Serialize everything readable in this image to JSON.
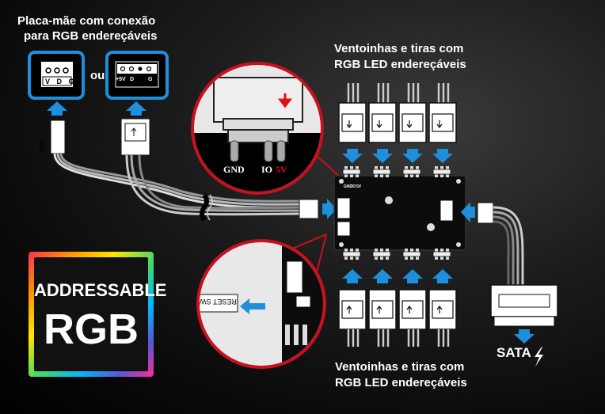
{
  "motherboard_label": [
    "Placa-mãe com conexão",
    "para RGB endereçáveis"
  ],
  "or_label": "ou",
  "header_3pin_pins": "V D G",
  "header_4pin_pins": [
    "+5V",
    "D",
    "G"
  ],
  "cable_label": "VDG",
  "zoom_top_pins": [
    "GND",
    "IO",
    "5V"
  ],
  "hub_pin_labels": [
    "GND",
    "IO",
    "5V"
  ],
  "reset_label": "RESET SW",
  "top_devices_label": [
    "Ventoinhas e tiras com",
    "RGB LED endereçáveis"
  ],
  "bottom_devices_label": [
    "Ventoinhas e tiras com",
    "RGB LED endereçáveis"
  ],
  "sata_label": "SATA",
  "badge": {
    "line1": "ADDRESSABLE",
    "line2": "RGB"
  },
  "colors": {
    "accent_blue": "#1e8fdc",
    "zoom_red": "#c8101e",
    "warn_red": "#e01010"
  }
}
